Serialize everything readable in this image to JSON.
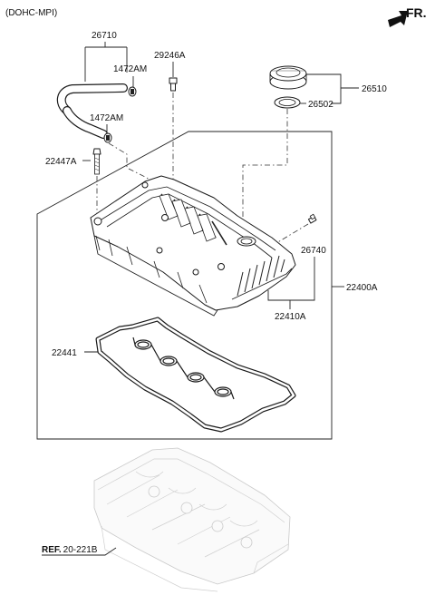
{
  "variant": "(DOHC-MPI)",
  "front_indicator": "FR.",
  "reference": {
    "prefix": "REF.",
    "code": "20-221B"
  },
  "parts": {
    "breather_hose": "26710",
    "clamp_upper": "1472AM",
    "clamp_lower": "1472AM",
    "pcv_valve": "29246A",
    "bolt": "22447A",
    "oil_filler_cap_assy": "26510",
    "cap_gasket": "26502",
    "cover_assy": "22400A",
    "sensor": "26740",
    "cover": "22410A",
    "cover_gasket": "22441"
  }
}
